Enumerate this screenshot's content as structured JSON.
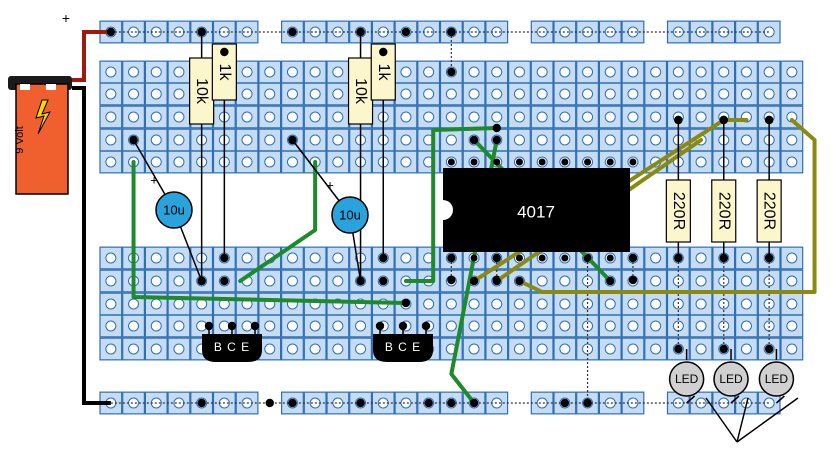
{
  "battery": {
    "label": "9 Volt",
    "plus_sign": "+"
  },
  "resistors": [
    {
      "id": "r1",
      "label": "10k"
    },
    {
      "id": "r2",
      "label": "1k"
    },
    {
      "id": "r3",
      "label": "10k"
    },
    {
      "id": "r4",
      "label": "1k"
    },
    {
      "id": "r5",
      "label": "220R"
    },
    {
      "id": "r6",
      "label": "220R"
    },
    {
      "id": "r7",
      "label": "220R"
    }
  ],
  "capacitors": [
    {
      "id": "c1",
      "label": "10u",
      "polarity": "+"
    },
    {
      "id": "c2",
      "label": "10u",
      "polarity": "+"
    }
  ],
  "transistors": [
    {
      "id": "q1",
      "pins": "B C E"
    },
    {
      "id": "q2",
      "pins": "B C E"
    }
  ],
  "ic": {
    "label": "4017"
  },
  "leds": [
    {
      "id": "led1",
      "label": "LED"
    },
    {
      "id": "led2",
      "label": "LED"
    },
    {
      "id": "led3",
      "label": "LED"
    }
  ],
  "colors": {
    "board_cell": "#c5dcf2",
    "board_cell_border": "#2e6fb8",
    "hole": "#ffffff",
    "wire_green": "#1e8a2a",
    "wire_olive": "#8a8a12",
    "wire_red": "#9e1a10",
    "resistor_fill": "#fcf6cc",
    "capacitor_fill": "#2aa3dc",
    "battery_fill": "#f0602e",
    "led_fill": "#d0d0d0",
    "ic_fill": "#000000"
  }
}
